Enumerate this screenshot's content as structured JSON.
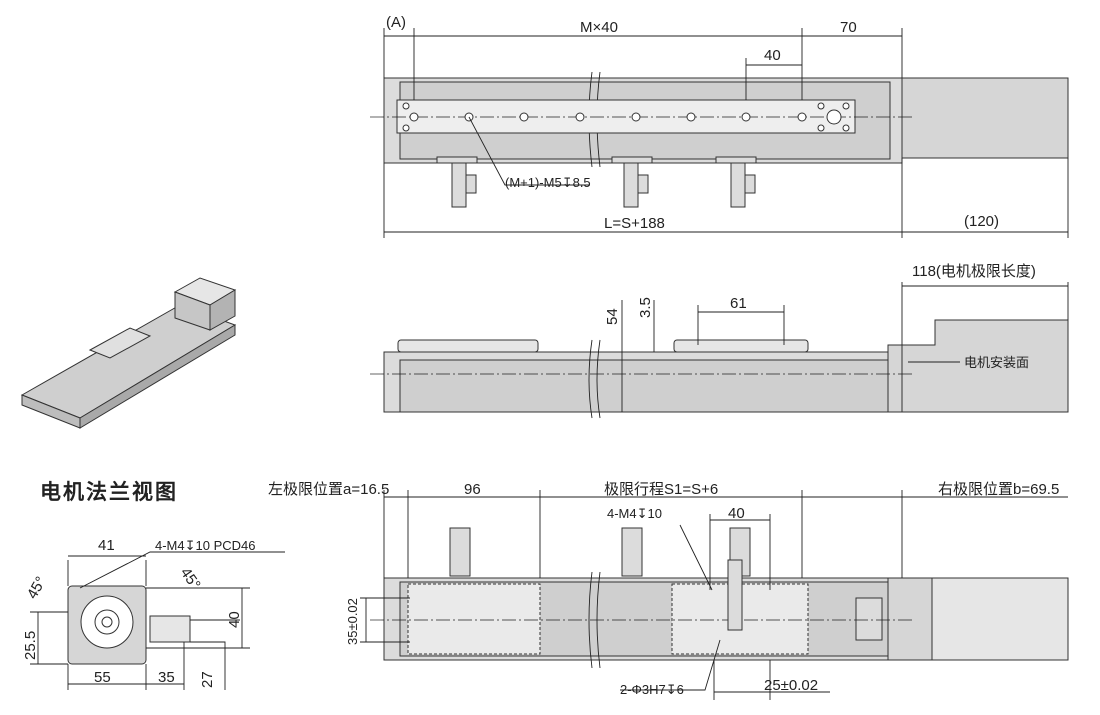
{
  "top_view": {
    "dim_a": "(A)",
    "dim_m40": "M×40",
    "dim_70": "70",
    "dim_40": "40",
    "hole_callout": "(M+1)-M5↧8.5",
    "dim_length": "L=S+188",
    "dim_motor": "(120)"
  },
  "side_view": {
    "dim_motor_limit": "118(电机极限长度)",
    "dim_35": "3.5",
    "dim_54": "54",
    "dim_61": "61",
    "mount_face": "电机安装面"
  },
  "flange_view": {
    "title": "电机法兰视图",
    "dim_41": "41",
    "hole_spec": "4-M4↧10  PCD46",
    "angle_1": "45°",
    "angle_2": "45°",
    "dim_40": "40",
    "dim_255": "25.5",
    "dim_55": "55",
    "dim_35": "35",
    "dim_27": "27"
  },
  "bottom_view": {
    "left_limit": "左极限位置a=16.5",
    "dim_96": "96",
    "stroke": "极限行程S1=S+6",
    "right_limit": "右极限位置b=69.5",
    "slider_holes": "4-M4↧10",
    "dim_40": "40",
    "dim_35": "35±0.02",
    "pin_holes": "2-Φ3H7↧6",
    "dim_25": "25±0.02"
  },
  "colors": {
    "body": "#dcdcdc",
    "line": "#222222"
  }
}
